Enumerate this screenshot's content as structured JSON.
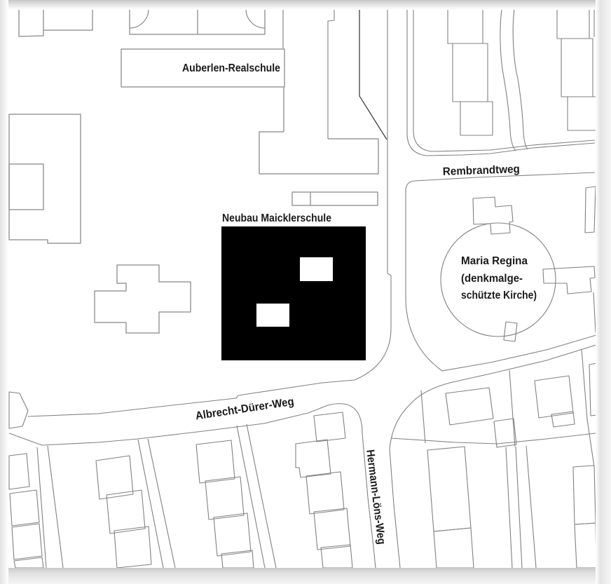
{
  "page": {
    "background": "#ffffff",
    "edge_shadow": "#c9c9c9"
  },
  "map": {
    "labels": {
      "auberlen_realschule": "Auberlen-Realschule",
      "neubau_maicklerschule": "Neubau Maicklerschule",
      "rembrandtweg": "Rembrandtweg",
      "maria_regina_line1": "Maria Regina",
      "maria_regina_line2": "(denkmalge-",
      "maria_regina_line3": "schützte Kirche)",
      "albrecht_duerer_weg": "Albrecht-Dürer-Weg",
      "hermann_loens_weg": "Hermann-Löns-Weg"
    },
    "colors": {
      "building_line": "#9a9a9a",
      "parcel_line": "#818181",
      "highlight_building": "#000000",
      "label_text": "#1a1a1a"
    }
  }
}
